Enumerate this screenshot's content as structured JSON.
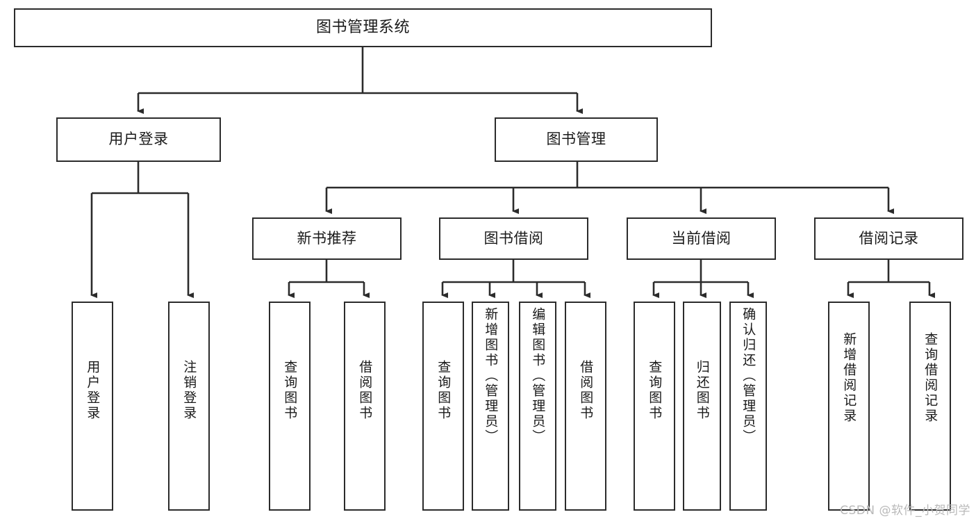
{
  "diagram": {
    "title_node": {
      "id": "root",
      "label": "图书管理系统"
    },
    "level2": [
      {
        "id": "user-login",
        "label": "用户登录"
      },
      {
        "id": "book-manage",
        "label": "图书管理"
      }
    ],
    "level3": [
      {
        "id": "new-book-rec",
        "label": "新书推荐"
      },
      {
        "id": "book-borrow",
        "label": "图书借阅"
      },
      {
        "id": "current-borrow",
        "label": "当前借阅"
      },
      {
        "id": "borrow-record",
        "label": "借阅记录"
      }
    ],
    "leaves": [
      {
        "id": "leaf-user-login",
        "label": "用户登录",
        "parent": "user-login"
      },
      {
        "id": "leaf-logout-login",
        "label": "注销登录",
        "parent": "user-login"
      },
      {
        "id": "leaf-query-book-1",
        "label": "查询图书",
        "parent": "new-book-rec"
      },
      {
        "id": "leaf-borrow-book-1",
        "label": "借阅图书",
        "parent": "new-book-rec"
      },
      {
        "id": "leaf-query-book-2",
        "label": "查询图书",
        "parent": "book-borrow"
      },
      {
        "id": "leaf-add-book",
        "label": "新增图书（管理员）",
        "parent": "book-borrow"
      },
      {
        "id": "leaf-edit-book",
        "label": "编辑图书（管理员）",
        "parent": "book-borrow"
      },
      {
        "id": "leaf-borrow-book-2",
        "label": "借阅图书",
        "parent": "book-borrow"
      },
      {
        "id": "leaf-query-book-3",
        "label": "查询图书",
        "parent": "current-borrow"
      },
      {
        "id": "leaf-return-book",
        "label": "归还图书",
        "parent": "current-borrow"
      },
      {
        "id": "leaf-confirm-return",
        "label": "确认归还（管理员）",
        "parent": "current-borrow"
      },
      {
        "id": "leaf-add-record",
        "label": "新增借阅记录",
        "parent": "borrow-record"
      },
      {
        "id": "leaf-query-record",
        "label": "查询借阅记录",
        "parent": "borrow-record"
      }
    ]
  },
  "watermark": {
    "text": "CSDN @软件_小贺同学"
  },
  "colors": {
    "stroke": "#2b2b2b",
    "fill": "#ffffff",
    "text": "#1a1a1a",
    "watermark": "#b9b9b9"
  }
}
